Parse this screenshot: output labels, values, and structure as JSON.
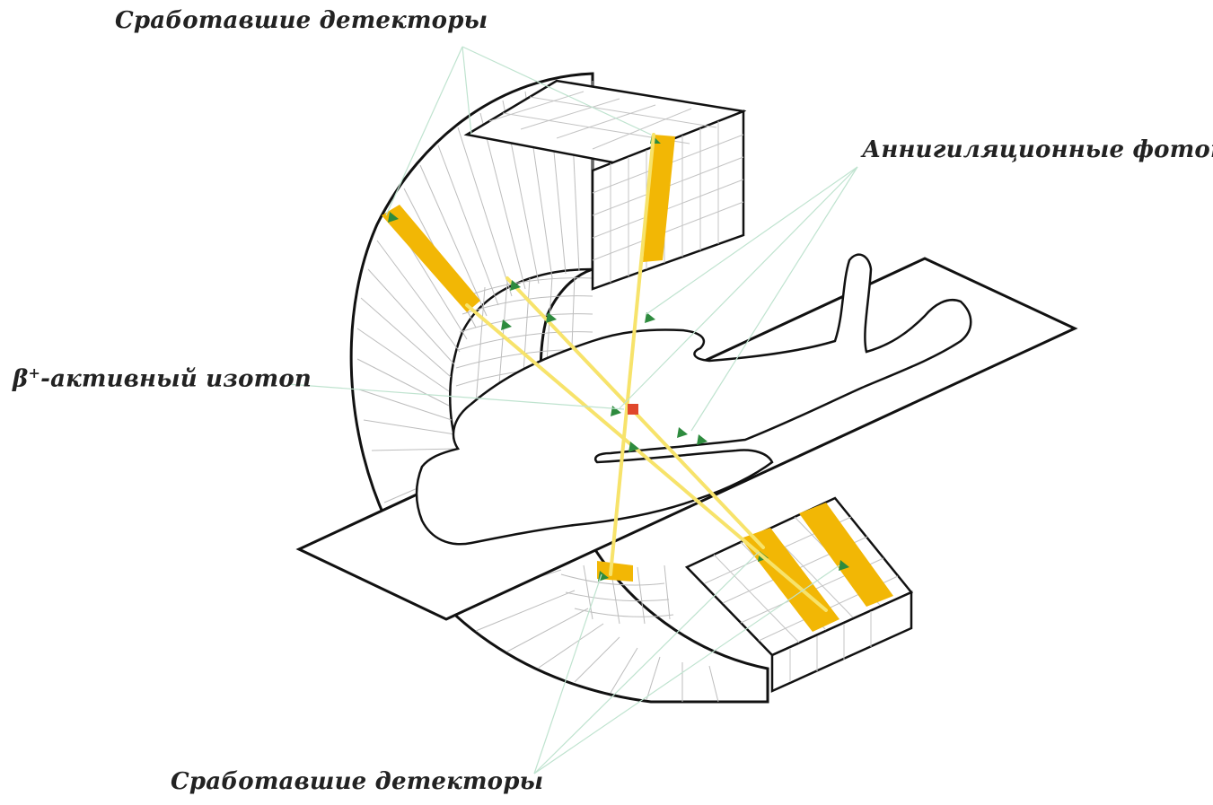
{
  "labels": {
    "detectors_top": "Сработавшие детекторы",
    "annihilation_photons": "Аннигиляционные фотоны",
    "isotope_prefix": "β",
    "isotope_superscript": "+",
    "isotope_suffix": "-активный изотоп",
    "detectors_bottom": "Сработавшие детекторы"
  },
  "colors": {
    "outline": "#111111",
    "grid": "#bdbdbd",
    "detector_highlight": "#f2b705",
    "photon_ray": "#f7e36b",
    "photon_marker": "#2e8b3e",
    "isotope_source": "#e0472b",
    "leader_lines": "#bfe3cf"
  }
}
